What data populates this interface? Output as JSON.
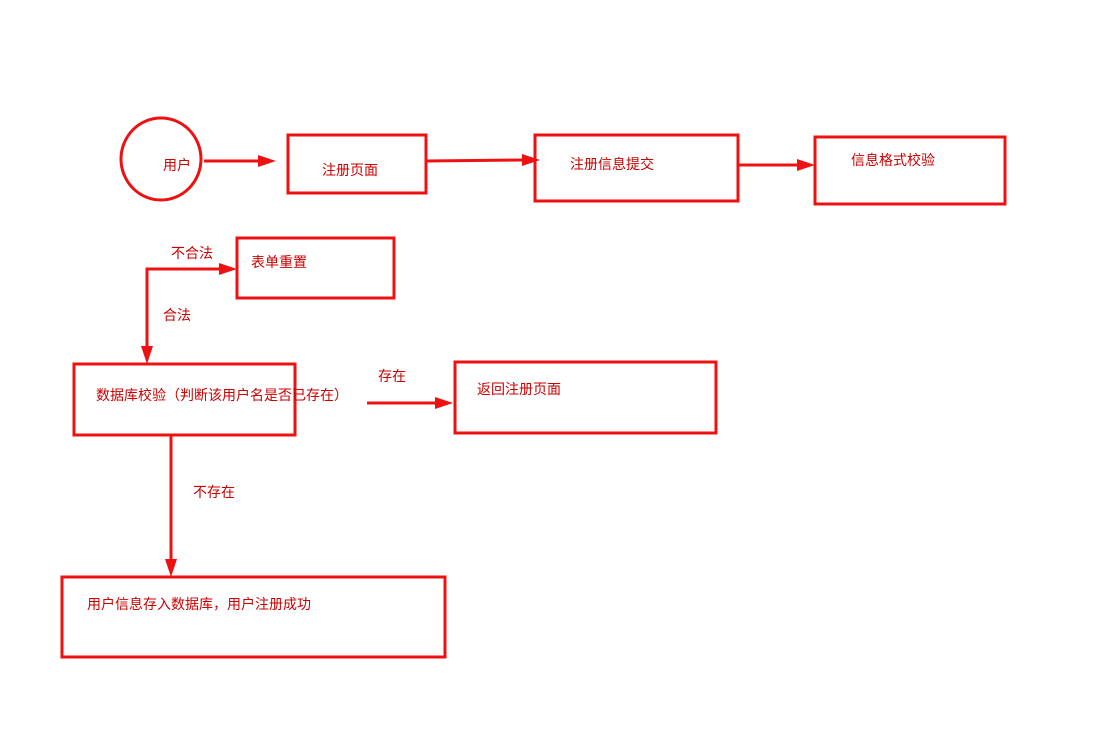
{
  "colors": {
    "stroke": "#ee1111",
    "text": "#cc0000",
    "background": "#ffffff"
  },
  "nodes": {
    "user": "用户",
    "register_page": "注册页面",
    "submit_info": "注册信息提交",
    "format_check": "信息格式校验",
    "form_reset": "表单重置",
    "db_check": "数据库校验（判断该用户名是否已存在）",
    "return_register": "返回注册页面",
    "save_success": "用户信息存入数据库，用户注册成功"
  },
  "edges": {
    "invalid": "不合法",
    "valid": "合法",
    "exists": "存在",
    "not_exists": "不存在"
  }
}
